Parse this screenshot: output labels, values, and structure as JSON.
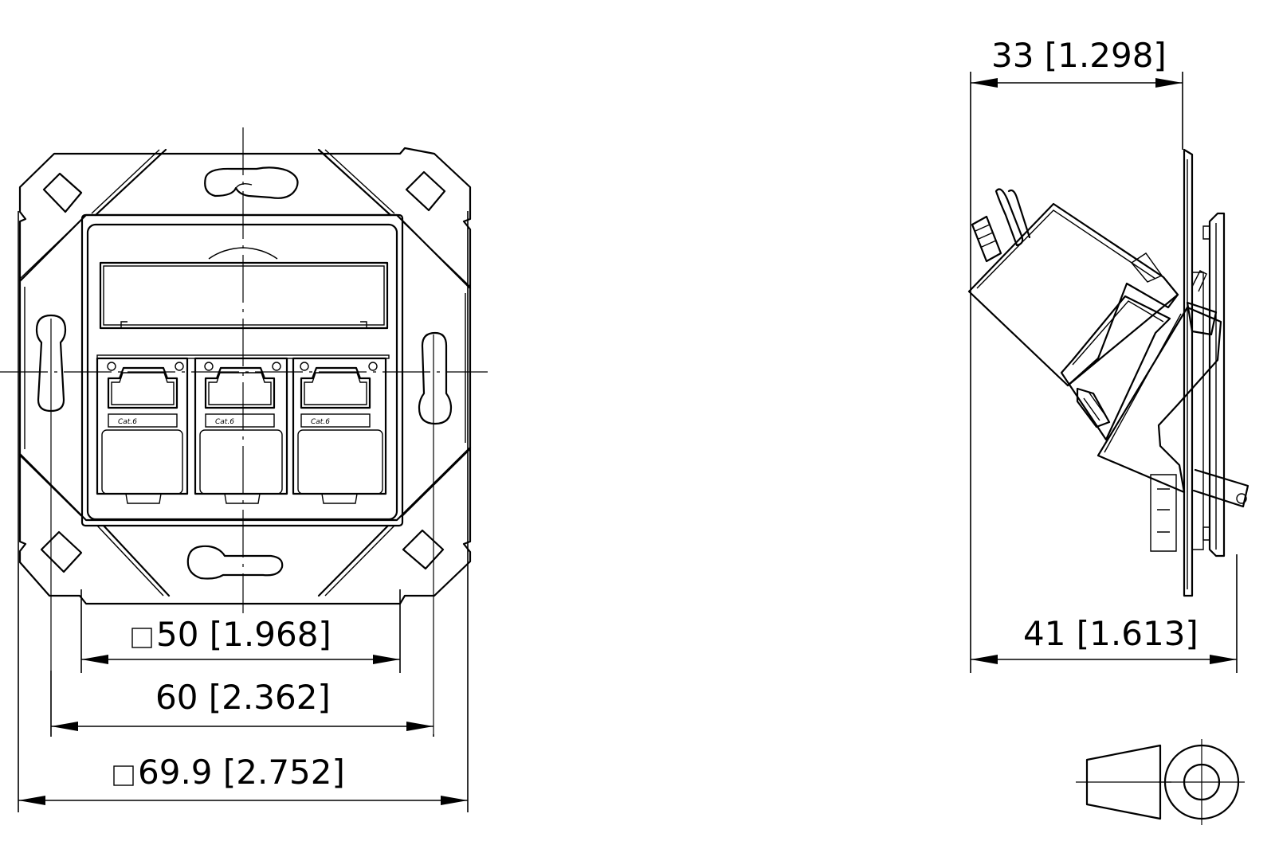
{
  "front_view": {
    "dimensions": {
      "inner_square": {
        "text": "50 [1.968]"
      },
      "fixing_distance": {
        "text": "60 [2.362]"
      },
      "outer_square": {
        "text": "69.9 [2.752]"
      }
    },
    "jacks": [
      {
        "label": "Cat.6"
      },
      {
        "label": "Cat.6"
      },
      {
        "label": "Cat.6"
      }
    ]
  },
  "side_view": {
    "dimensions": {
      "top_depth": {
        "text": "33 [1.298]"
      },
      "total_depth": {
        "text": "41 [1.613]"
      }
    }
  }
}
